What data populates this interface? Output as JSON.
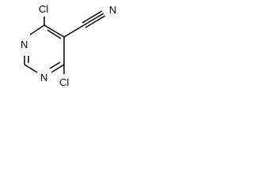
{
  "molecule": {
    "atoms": {
      "cl_top": "Cl",
      "cl_bottom": "Cl",
      "n_ring_upper": "N",
      "n_ring_lower": "N",
      "n_nitrile": "N"
    }
  }
}
